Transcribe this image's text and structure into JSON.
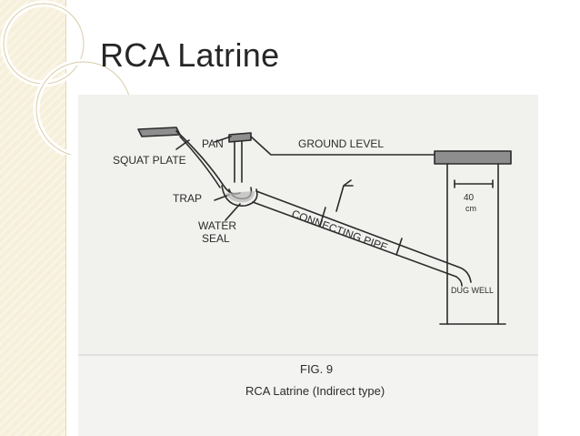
{
  "slide": {
    "title": "RCA Latrine"
  },
  "diagram": {
    "labels": {
      "pan": "PAN",
      "ground_level": "GROUND LEVEL",
      "squat_plate": "SQUAT PLATE",
      "trap": "TRAP",
      "water_seal_line1": "WATER",
      "water_seal_line2": "SEAL",
      "connecting_pipe": "CONNECTING PIPE",
      "depth_value": "40",
      "depth_unit": "cm",
      "dug_well": "DUG WELL"
    },
    "figure_number": "FIG. 9",
    "caption": "RCA Latrine (Indirect type)"
  },
  "colors": {
    "band": "#f6efd9",
    "title": "#262626",
    "ink": "#2b2b2b",
    "paper": "#f2f2f0"
  }
}
